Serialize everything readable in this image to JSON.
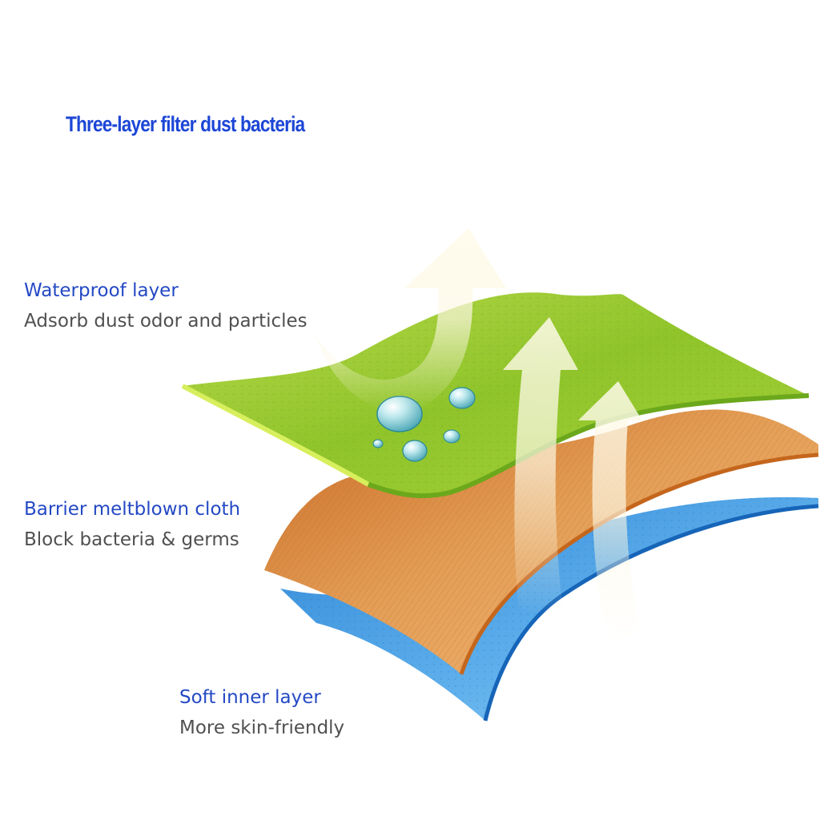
{
  "title": "Three-layer filter dust bacteria",
  "layers": [
    {
      "name": "Waterproof layer",
      "description": "Adsorb dust odor and particles",
      "color": "#9ccc2e"
    },
    {
      "name": "Barrier meltblown cloth",
      "description": "Block bacteria & germs",
      "color": "#e09a55"
    },
    {
      "name": "Soft inner layer",
      "description": "More skin-friendly",
      "color": "#4da3e6"
    }
  ],
  "colors": {
    "heading": "#2449c4",
    "description": "#505050",
    "title": "#1c46d6",
    "arrow": "#fdf8e4"
  }
}
